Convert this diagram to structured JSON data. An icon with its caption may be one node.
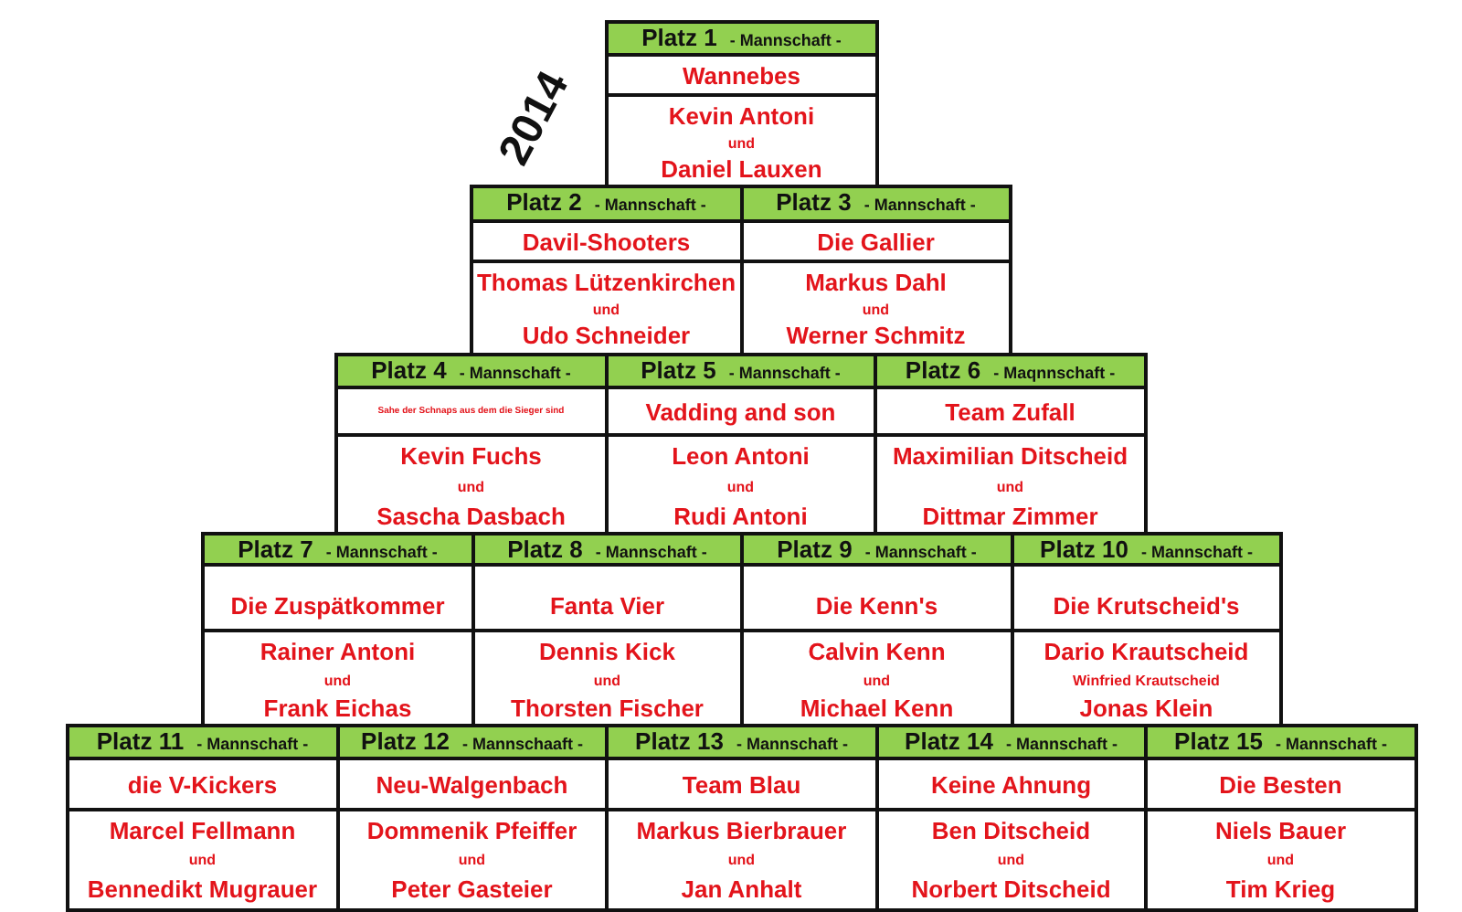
{
  "diagram": {
    "title": "2014",
    "nodes": [
      {
        "text": [
          "Platz 1",
          "- Mannschaft -"
        ]
      },
      {
        "text": [
          "Wannebes"
        ]
      },
      {
        "text": [
          "Kevin Antoni",
          "und",
          "Daniel Lauxen"
        ]
      },
      {
        "text": [
          "Platz 2",
          "- Mannschaft -"
        ]
      },
      {
        "text": [
          "Davil-Shooters"
        ]
      },
      {
        "text": [
          "Thomas Lützenkirchen",
          "und",
          "Udo Schneider"
        ]
      },
      {
        "text": [
          "Platz 3",
          "- Mannschaft -"
        ]
      },
      {
        "text": [
          "Die Gallier"
        ]
      },
      {
        "text": [
          "Markus Dahl",
          "und",
          "Werner Schmitz"
        ]
      },
      {
        "text": [
          "Platz 4",
          "- Mannschaft -"
        ]
      },
      {
        "text": [
          "Sahe der Schnaps aus dem die Sieger sind"
        ]
      },
      {
        "text": [
          "Kevin Fuchs",
          "und",
          "Sascha Dasbach"
        ]
      },
      {
        "text": [
          "Platz 5",
          "- Mannschaft -"
        ]
      },
      {
        "text": [
          "Vadding and son"
        ]
      },
      {
        "text": [
          "Leon Antoni",
          "und",
          "Rudi Antoni"
        ]
      },
      {
        "text": [
          "Platz 6",
          "- Maqnnschaft -"
        ]
      },
      {
        "text": [
          "Team Zufall"
        ]
      },
      {
        "text": [
          "Maximilian Ditscheid",
          "und",
          "Dittmar Zimmer"
        ]
      },
      {
        "text": [
          "Platz 7",
          "- Mannschaft -"
        ]
      },
      {
        "text": [
          "Die Zuspätkommer"
        ]
      },
      {
        "text": [
          "Rainer Antoni",
          "und",
          "Frank Eichas"
        ]
      },
      {
        "text": [
          "Platz 8",
          "- Mannschaft -"
        ]
      },
      {
        "text": [
          "Fanta Vier"
        ]
      },
      {
        "text": [
          "Dennis Kick",
          "und",
          "Thorsten Fischer"
        ]
      },
      {
        "text": [
          "Platz 9",
          "- Mannschaft -"
        ]
      },
      {
        "text": [
          "Die Kenn's"
        ]
      },
      {
        "text": [
          "Calvin Kenn",
          "und",
          "Michael Kenn"
        ]
      },
      {
        "text": [
          "Platz 10",
          "- Mannschaft -"
        ]
      },
      {
        "text": [
          "Die Krutscheid's"
        ]
      },
      {
        "text": [
          "Dario Krautscheid",
          "Winfried Krautscheid",
          "Jonas Klein"
        ]
      },
      {
        "text": [
          "Platz 11",
          "- Mannschaft -"
        ]
      },
      {
        "text": [
          "die V-Kickers"
        ]
      },
      {
        "text": [
          "Marcel Fellmann",
          "und",
          "Bennedikt Mugrauer"
        ]
      },
      {
        "text": [
          "Platz 12",
          "- Mannschaaft -"
        ]
      },
      {
        "text": [
          "Neu-Walgenbach"
        ]
      },
      {
        "text": [
          "Dommenik Pfeiffer",
          "und",
          "Peter Gasteier"
        ]
      },
      {
        "text": [
          "Platz 13",
          "- Mannschaft -"
        ]
      },
      {
        "text": [
          "Team Blau"
        ]
      },
      {
        "text": [
          "Markus Bierbrauer",
          "und",
          "Jan Anhalt"
        ]
      },
      {
        "text": [
          "Platz 14",
          "- Mannschaft -"
        ]
      },
      {
        "text": [
          "Keine Ahnung"
        ]
      },
      {
        "text": [
          "Ben Ditscheid",
          "und",
          "Norbert Ditscheid"
        ]
      },
      {
        "text": [
          "Platz 15",
          "- Mannschaft -"
        ]
      },
      {
        "text": [
          "Die Besten"
        ]
      },
      {
        "text": [
          "Niels Bauer",
          "und",
          "Tim Krieg"
        ]
      }
    ],
    "edges": []
  }
}
